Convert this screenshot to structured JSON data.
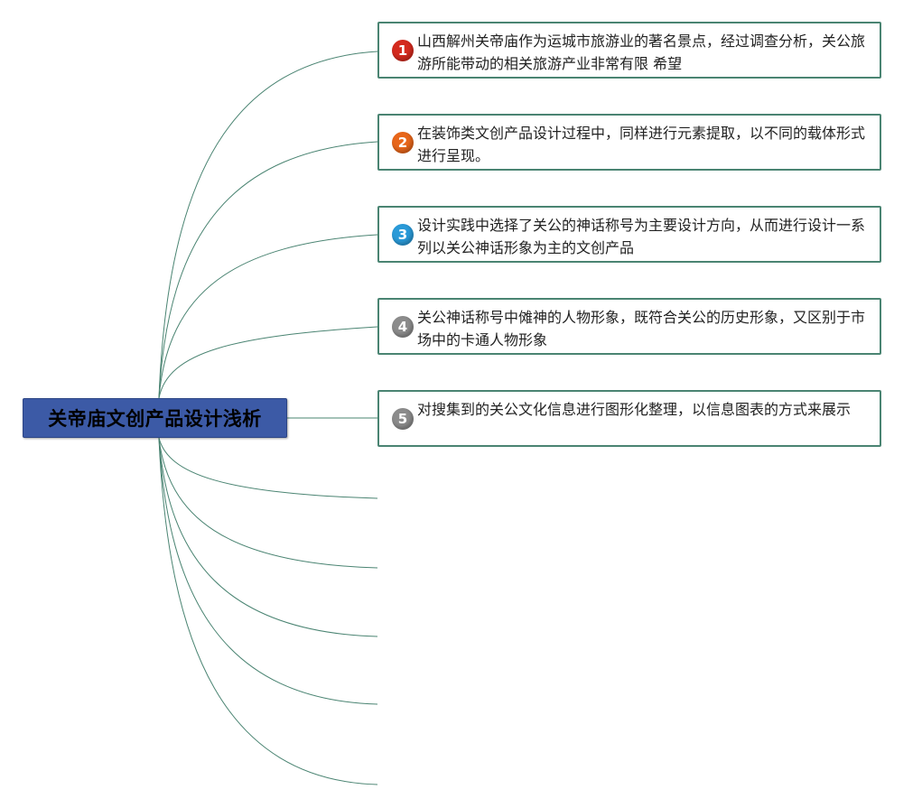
{
  "root": {
    "title": "关帝庙文创产品设计浅析",
    "color": "#3c5aa6"
  },
  "connector_color": "#4a8472",
  "nodes": [
    {
      "number": "1",
      "badge_color": "#d42a1e",
      "text": "山西解州关帝庙作为运城市旅游业的著名景点，经过调查分析，关公旅游所能带动的相关旅游产业非常有限 希望"
    },
    {
      "number": "2",
      "badge_color": "#e8661a",
      "text": "在装饰类文创产品设计过程中，同样进行元素提取，以不同的载体形式进行呈现。"
    },
    {
      "number": "3",
      "badge_color": "#2a9ad8",
      "text": "设计实践中选择了关公的神话称号为主要设计方向，从而进行设计一系列以关公神话形象为主的文创产品"
    },
    {
      "number": "4",
      "badge_color": "#8c8c8c",
      "text": "关公神话称号中傩神的人物形象，既符合关公的历史形象，又区别于市场中的卡通人物形象"
    },
    {
      "number": "5",
      "badge_color": "#8c8c8c",
      "text": "对搜集到的关公文化信息进行图形化整理，以信息图表的方式来展示"
    }
  ]
}
